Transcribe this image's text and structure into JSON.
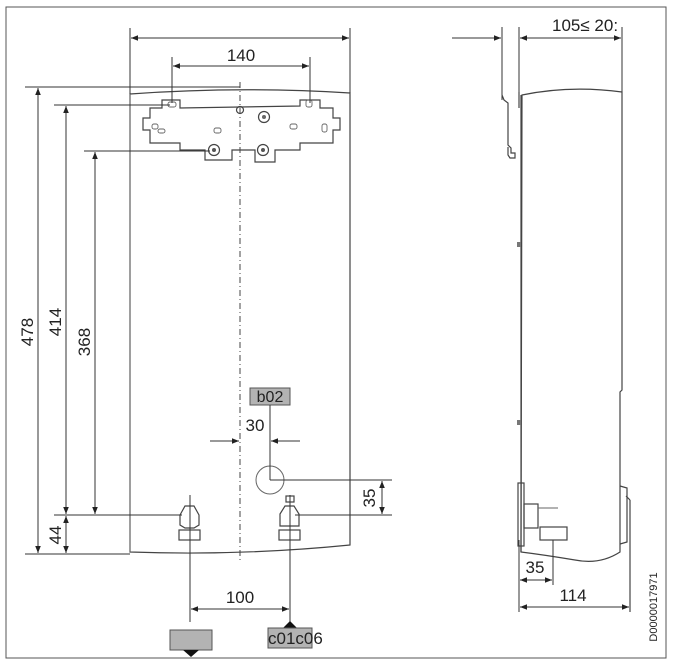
{
  "drawing": {
    "type": "dimensioned technical drawing",
    "views": [
      "front view",
      "side view"
    ],
    "doc_id": "D0000017971",
    "front_view": {
      "dims": {
        "overall_width": "",
        "bracket_hole_spacing": "140",
        "total_height": "478",
        "upper_height": "414",
        "mid_height": "368",
        "bottom_offset": "44",
        "center_offset": "30",
        "vertical_offset": "35",
        "connection_spacing": "100"
      },
      "labels": {
        "cable_entry": "b02",
        "left_connection": "",
        "right_connection": "c01c06"
      }
    },
    "side_view": {
      "dims": {
        "depth_range": "105≤ 20:",
        "fitting_depth": "35",
        "overall_depth": "114"
      }
    },
    "colors": {
      "line": "#333333",
      "label_fill": "#b3b3b3",
      "frame": "#555555"
    }
  }
}
